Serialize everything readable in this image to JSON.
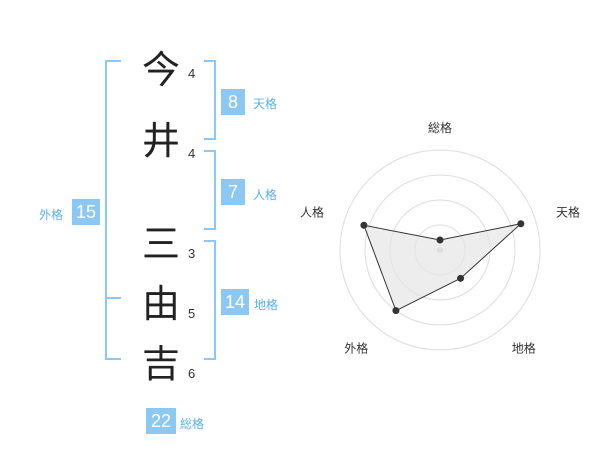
{
  "name": {
    "chars": [
      {
        "char": "今",
        "strokes": "4"
      },
      {
        "char": "井",
        "strokes": "4"
      },
      {
        "char": "三",
        "strokes": "3"
      },
      {
        "char": "由",
        "strokes": "5"
      },
      {
        "char": "吉",
        "strokes": "6"
      }
    ]
  },
  "kaku": {
    "tenkaku": {
      "value": "8",
      "label": "天格"
    },
    "jinkaku": {
      "value": "7",
      "label": "人格"
    },
    "chikaku": {
      "value": "14",
      "label": "地格"
    },
    "gaikaku": {
      "value": "15",
      "label": "外格"
    },
    "soukaku": {
      "value": "22",
      "label": "総格"
    }
  },
  "chart_data": {
    "type": "radar",
    "axes": [
      "総格",
      "天格",
      "地格",
      "外格",
      "人格"
    ],
    "rings": 4,
    "values": [
      0.1,
      0.85,
      0.35,
      0.75,
      0.8
    ],
    "colors": {
      "fill": "#e6e6e6",
      "line": "#333333",
      "grid": "#dddddd"
    }
  }
}
